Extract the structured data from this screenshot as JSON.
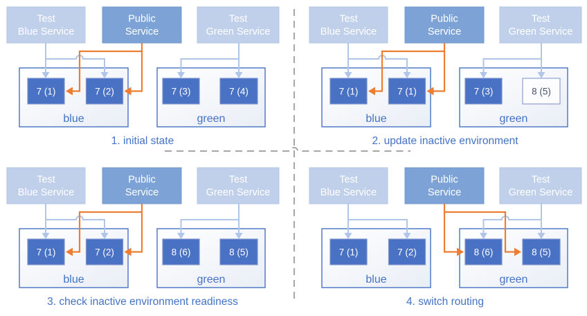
{
  "services": {
    "test_blue": {
      "line1": "Test",
      "line2": "Blue Service"
    },
    "public": {
      "line1": "Public",
      "line2": "Service"
    },
    "test_green": {
      "line1": "Test",
      "line2": "Green Service"
    }
  },
  "environments": {
    "blue_label": "blue",
    "green_label": "green"
  },
  "quadrants": [
    {
      "caption": "1. initial state",
      "public_route": "blue",
      "blue_pods": [
        {
          "label": "7 (1)"
        },
        {
          "label": "7 (2)"
        }
      ],
      "green_pods": [
        {
          "label": "7 (3)"
        },
        {
          "label": "7 (4)"
        }
      ]
    },
    {
      "caption": "2. update inactive environment",
      "public_route": "blue",
      "blue_pods": [
        {
          "label": "7 (1)"
        },
        {
          "label": "7 (1)"
        }
      ],
      "green_pods": [
        {
          "label": "7 (3)"
        },
        {
          "label": "8 (5)",
          "state": "new"
        }
      ]
    },
    {
      "caption": "3. check inactive environment readiness",
      "public_route": "blue",
      "blue_pods": [
        {
          "label": "7 (1)"
        },
        {
          "label": "7 (2)"
        }
      ],
      "green_pods": [
        {
          "label": "8 (6)"
        },
        {
          "label": "8 (5)"
        }
      ]
    },
    {
      "caption": "4. switch routing",
      "public_route": "green",
      "blue_pods": [
        {
          "label": "7 (1)"
        },
        {
          "label": "7 (2)"
        }
      ],
      "green_pods": [
        {
          "label": "8 (6)"
        },
        {
          "label": "8 (5)"
        }
      ]
    }
  ],
  "colors": {
    "accent_blue": "#4472c4",
    "pod_fill": "#4a72c4",
    "public_service_fill": "#7da3d6",
    "test_service_fill": "#c0d0ea",
    "connector_light": "#b0c5e8",
    "connector_active": "#ed7d31",
    "divider_gray": "#a6a6a6",
    "new_pod_text": "#44546a"
  }
}
